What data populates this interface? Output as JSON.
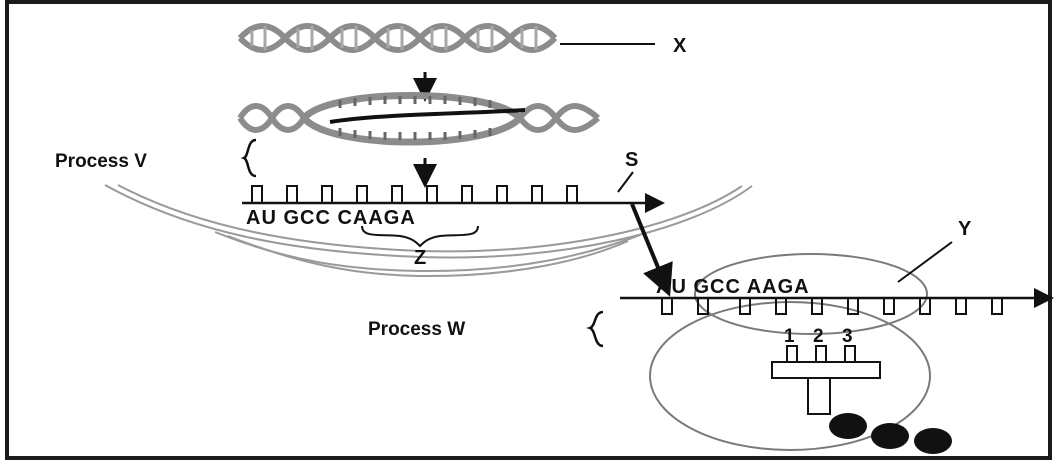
{
  "labels": {
    "x": "X",
    "y": "Y",
    "z": "Z",
    "s": "S",
    "process_v": "Process V",
    "process_w": "Process W"
  },
  "sequences": {
    "mrna_top": "AU GCC CAAGA",
    "mrna_ribosome": "AU GCC AAGA"
  },
  "trna_positions": [
    "1",
    "2",
    "3"
  ],
  "colors": {
    "ink": "#111111",
    "membrane": "#9a9a9a",
    "dna": "#8c8c8c",
    "frame": "#1a1a1a"
  }
}
